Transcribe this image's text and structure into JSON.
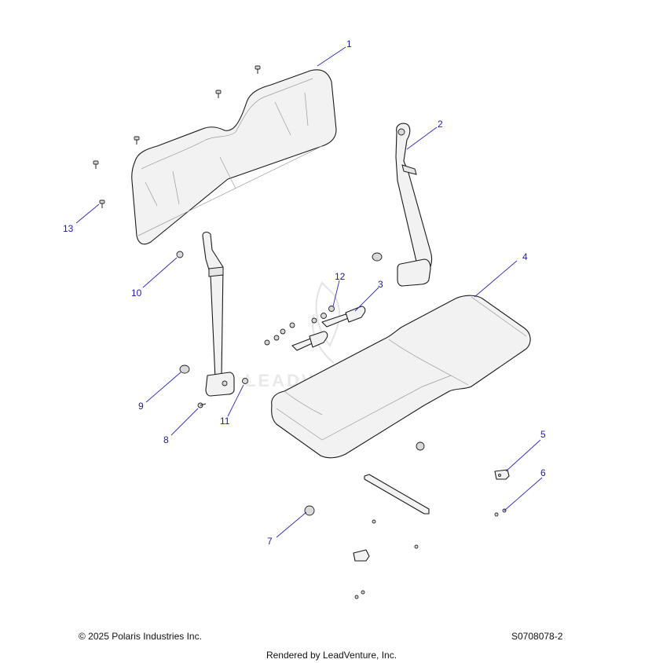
{
  "watermark": "LEADVENTURE",
  "callouts": [
    {
      "id": "1",
      "label": "1"
    },
    {
      "id": "2",
      "label": "2"
    },
    {
      "id": "3",
      "label": "3"
    },
    {
      "id": "4",
      "label": "4"
    },
    {
      "id": "5",
      "label": "5"
    },
    {
      "id": "6",
      "label": "6"
    },
    {
      "id": "7",
      "label": "7"
    },
    {
      "id": "8",
      "label": "8"
    },
    {
      "id": "9",
      "label": "9"
    },
    {
      "id": "10",
      "label": "10"
    },
    {
      "id": "11",
      "label": "11"
    },
    {
      "id": "12",
      "label": "12"
    },
    {
      "id": "13",
      "label": "13"
    }
  ],
  "footer": {
    "copyright": "© 2025 Polaris Industries Inc.",
    "diagram_id": "S0708078-2",
    "rendered_by": "Rendered by LeadVenture, Inc."
  },
  "colors": {
    "callout": "#1a1aa8",
    "outline": "#1a1a1a",
    "fill": "#f2f2f2"
  }
}
